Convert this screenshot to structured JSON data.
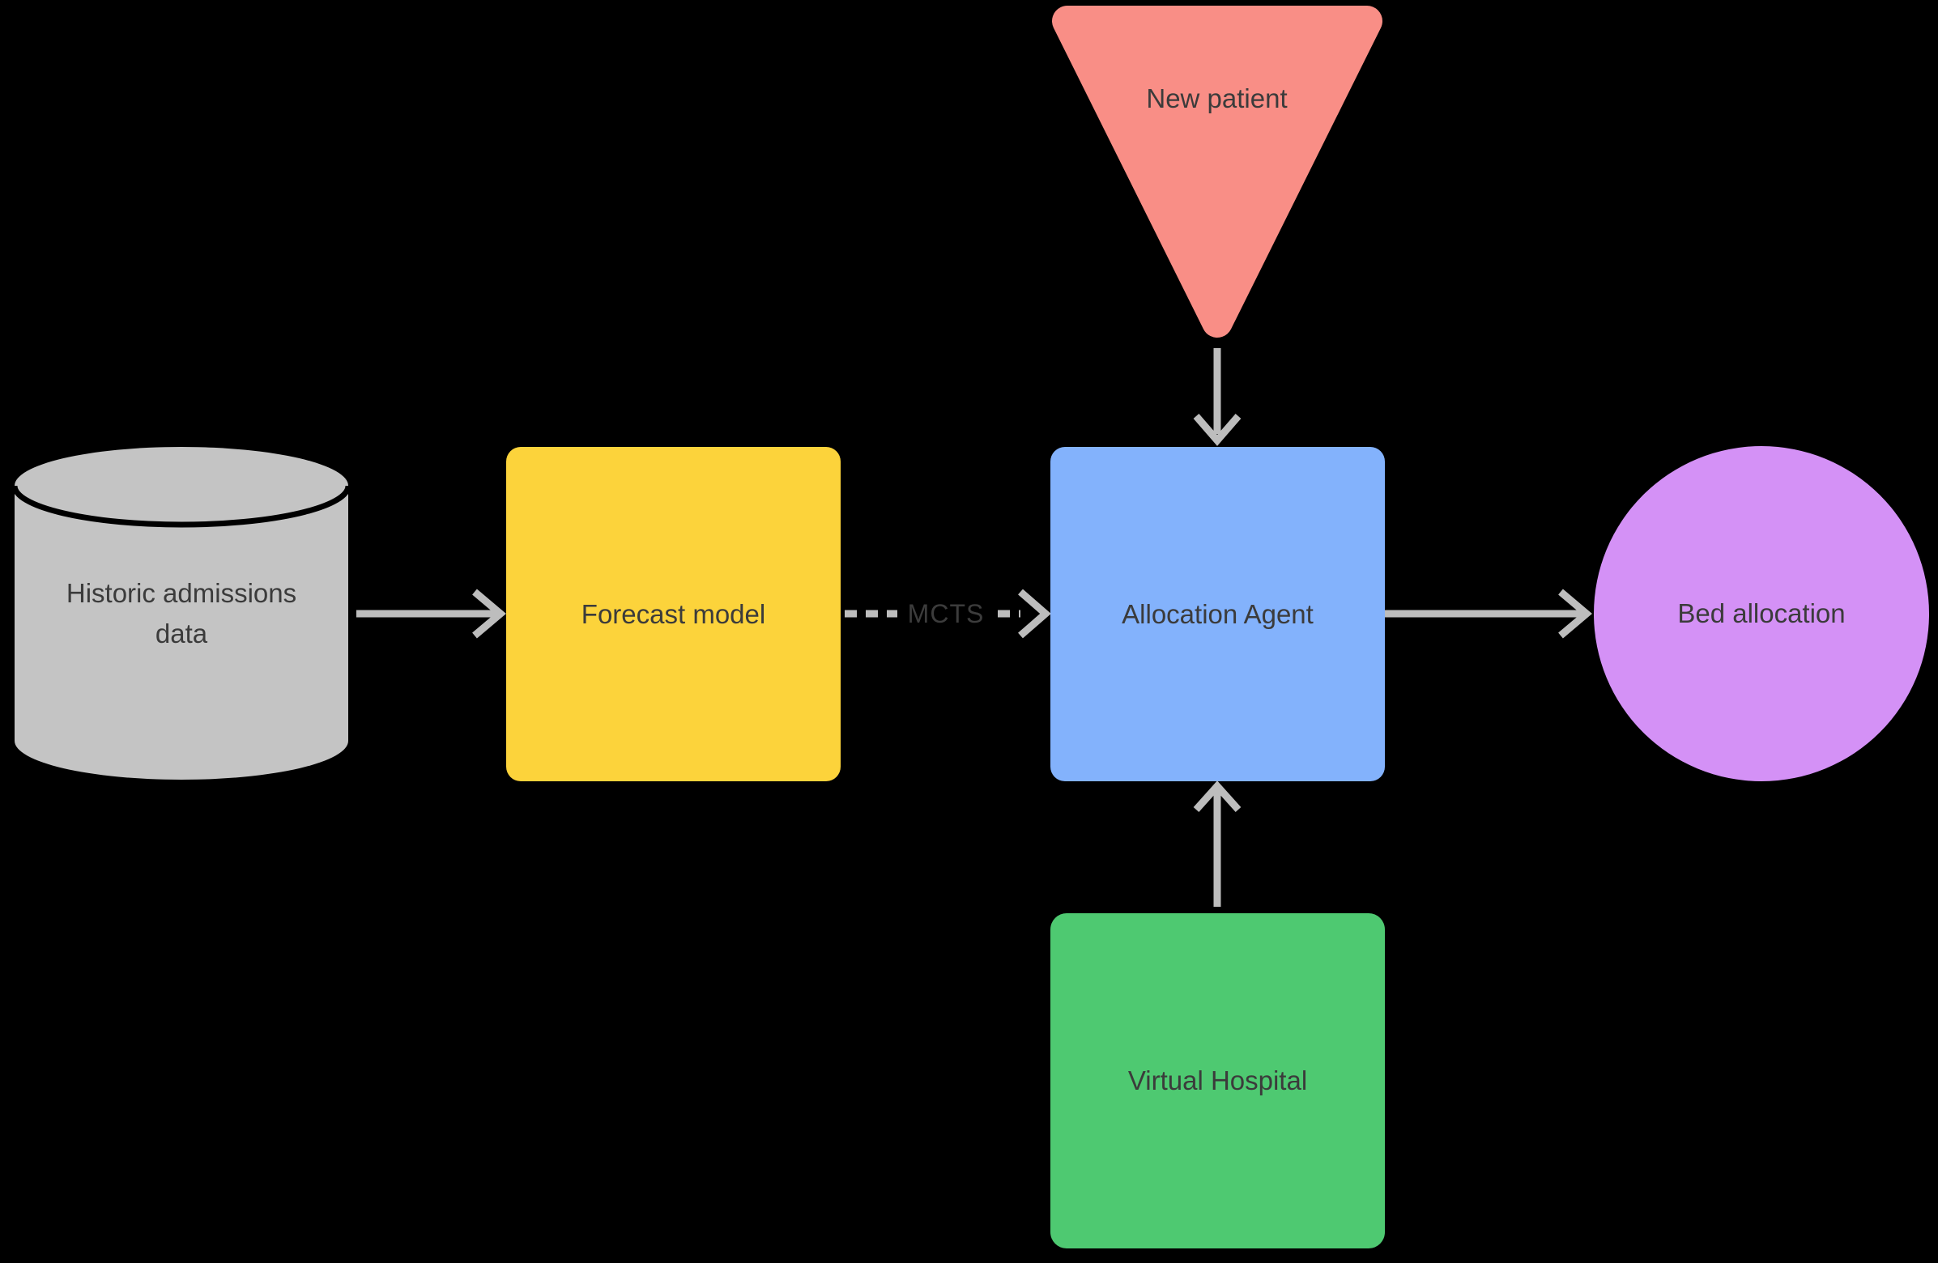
{
  "canvas": {
    "background": "#000000"
  },
  "colors": {
    "arrow": "#BDBDBD",
    "label_text": "#3B3B3B",
    "cylinder_outline": "#000000"
  },
  "nodes": {
    "historic_data": {
      "shape": "cylinder",
      "color": "#C4C4C4",
      "label": "Historic admissions data"
    },
    "forecast_model": {
      "shape": "square",
      "color": "#FCD33B",
      "label": "Forecast model"
    },
    "new_patient": {
      "shape": "inverted-triangle",
      "color": "#F98E86",
      "label": "New patient"
    },
    "allocation_agent": {
      "shape": "square",
      "color": "#83B2FC",
      "label": "Allocation Agent"
    },
    "virtual_hospital": {
      "shape": "square",
      "color": "#4EC971",
      "label": "Virtual Hospital"
    },
    "bed_allocation": {
      "shape": "circle",
      "color": "#D491F6",
      "label": "Bed allocation"
    }
  },
  "edges": [
    {
      "from": "historic_data",
      "to": "forecast_model",
      "style": "solid",
      "label": ""
    },
    {
      "from": "forecast_model",
      "to": "allocation_agent",
      "style": "dashed",
      "label": "MCTS"
    },
    {
      "from": "new_patient",
      "to": "allocation_agent",
      "style": "solid",
      "label": ""
    },
    {
      "from": "virtual_hospital",
      "to": "allocation_agent",
      "style": "solid",
      "label": ""
    },
    {
      "from": "allocation_agent",
      "to": "bed_allocation",
      "style": "solid",
      "label": ""
    }
  ]
}
